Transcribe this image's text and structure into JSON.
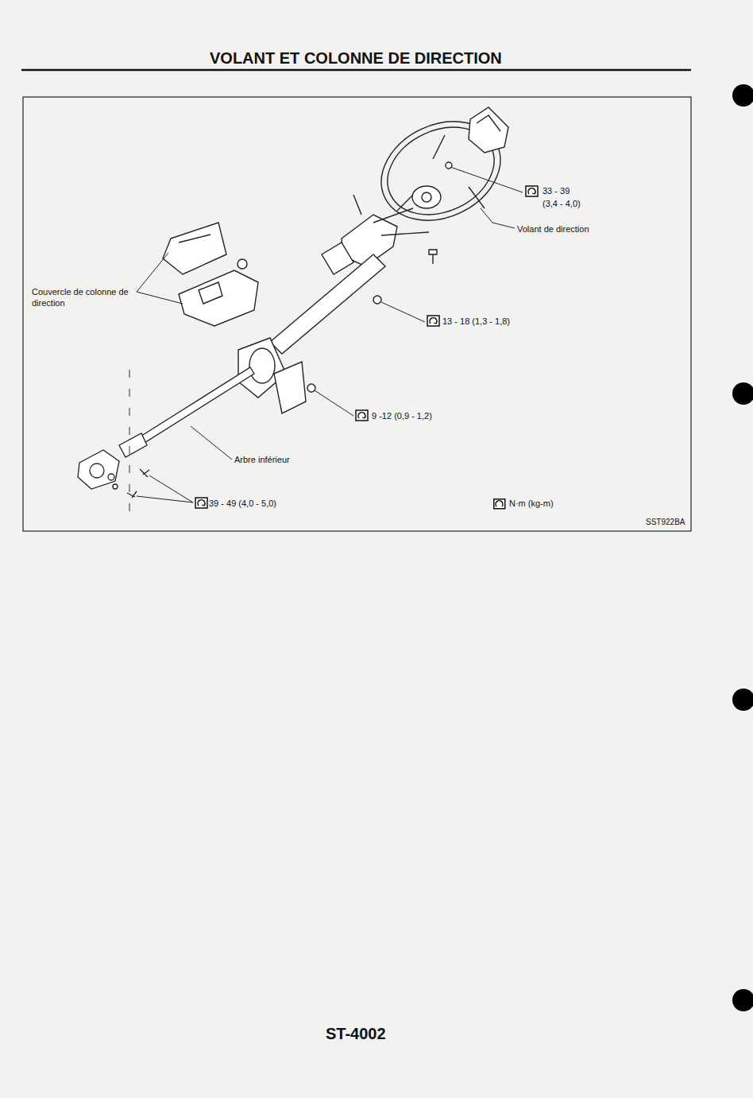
{
  "diagram": {
    "title": "VOLANT ET COLONNE DE DIRECTION",
    "labels": [
      "33 - 39",
      "(3,4 - 4,0)",
      "Volant de direction",
      "Couvercle de colonne de direction",
      "13 - 18 (1,3 - 1,8)",
      "9 -12 (0,9 - 1,2)",
      "Arbre inférieur",
      "39 - 49 (4,0 - 5,0)",
      "SST922BA",
      "ST-4002"
    ],
    "legend": [
      {
        "text": "N·m (kg-m)"
      }
    ]
  }
}
